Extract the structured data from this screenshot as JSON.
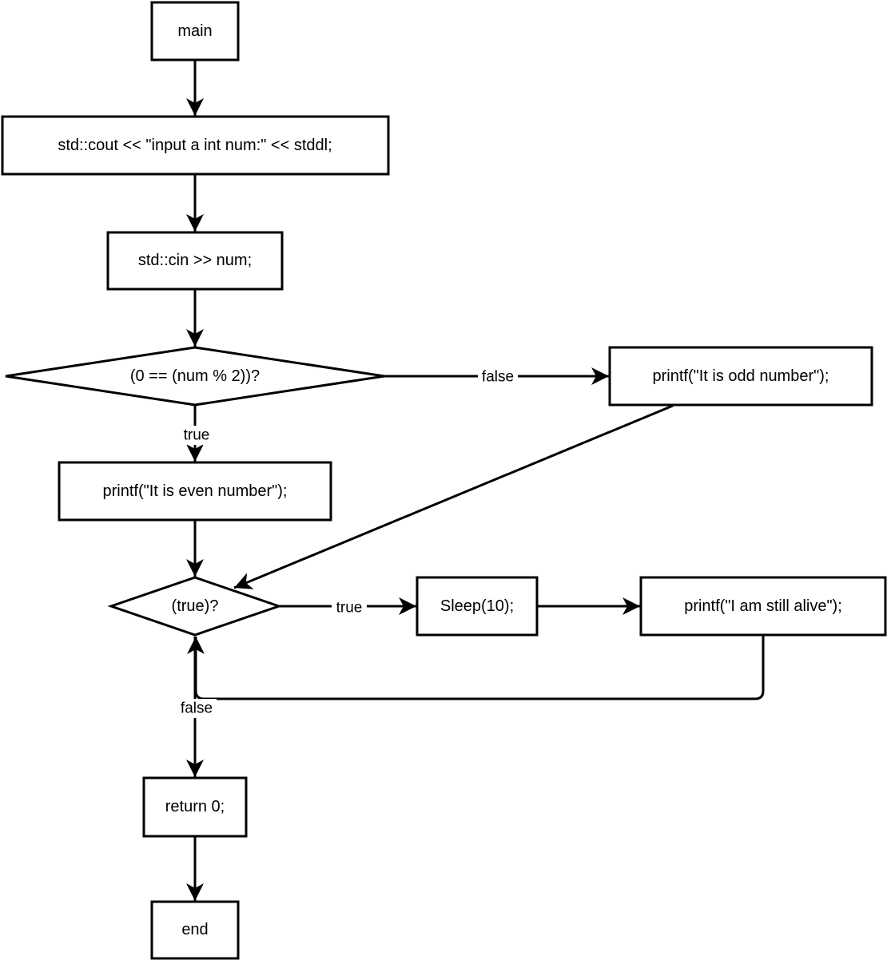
{
  "nodes": {
    "main": "main",
    "cout": "std::cout << \"input a int num:\" << stddl;",
    "cin": "std::cin >> num;",
    "cond_even": "(0 == (num % 2))?",
    "print_odd": "printf(\"It is odd number\");",
    "print_even": "printf(\"It is even number\");",
    "cond_loop": "(true)?",
    "sleep": "Sleep(10);",
    "print_alive": "printf(\"I am still alive\");",
    "ret": "return 0;",
    "end": "end"
  },
  "edge_labels": {
    "cond_false": "false",
    "cond_true": "true",
    "loop_true": "true",
    "loop_false": "false"
  },
  "colors": {
    "stroke": "#000000",
    "background": "#ffffff"
  }
}
